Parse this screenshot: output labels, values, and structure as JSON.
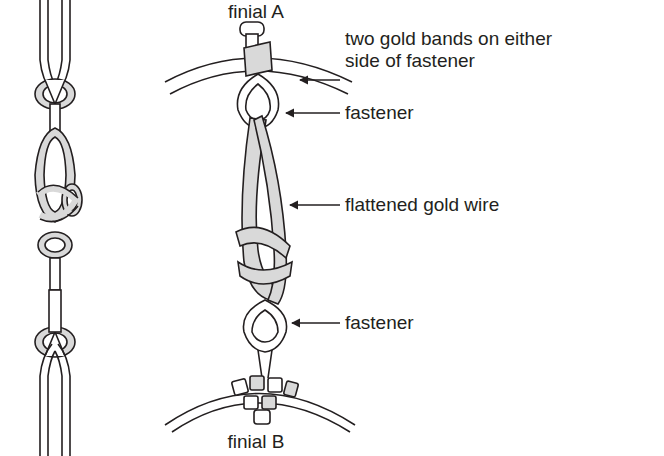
{
  "diagram": {
    "labels": [
      "finial A",
      "two gold bands on either side of fastener",
      "fastener",
      "flattened gold wire",
      "fastener",
      "finial B"
    ]
  }
}
